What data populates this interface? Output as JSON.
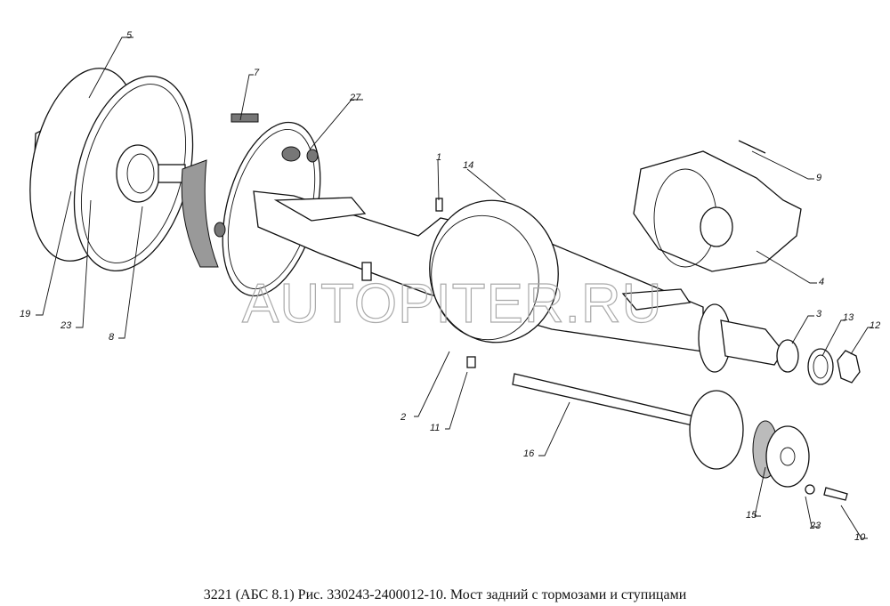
{
  "caption": "3221 (АБС 8.1) Рис. 330243-2400012-10. Мост задний с тормозами и ступицами",
  "watermark": "AUTOPITER.RU",
  "callouts": {
    "c5": "5",
    "c7": "7",
    "c27": "27",
    "c1": "1",
    "c14": "14",
    "c9": "9",
    "c4": "4",
    "c3": "3",
    "c13": "13",
    "c12": "12",
    "c2": "2",
    "c11": "11",
    "c16": "16",
    "c15": "15",
    "c23b": "23",
    "c10": "10",
    "c19": "19",
    "c23a": "23",
    "c8": "8"
  }
}
